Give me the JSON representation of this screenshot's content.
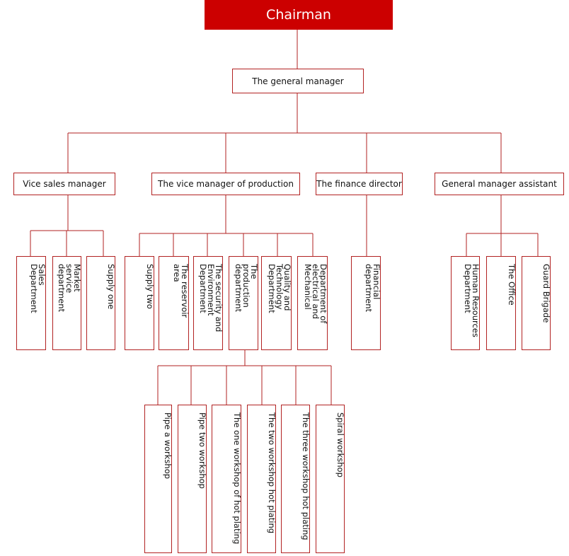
{
  "colors": {
    "line": "#b22222",
    "root_fill": "#cc0000",
    "root_text": "#ffffff"
  },
  "org": {
    "chairman": "Chairman",
    "general_manager": "The general manager",
    "vice_sales_manager": "Vice sales manager",
    "vice_production_manager": "The vice manager of production",
    "finance_director": "The finance director",
    "gm_assistant": "General manager assistant",
    "sales_department": "Sales\nDepartment",
    "market_service_department": "Market\nservice\ndepartment",
    "supply_one": "Supply one",
    "supply_two": "Supply two",
    "reservoir_area": "The reservoir\narea",
    "security_environment_department": "The security and\nEnvironment\nDepartment",
    "production_department": "The\nproduction\ndepartment",
    "quality_technology_department": "Quality and\nTechnology\nDepartment",
    "electrical_mechanical_department": "Department of\nelectrical and\nMechanical",
    "financial_department": "Financial\ndepartment",
    "human_resources_department": "Human Resources\nDepartment",
    "the_office": "The Office",
    "guard_brigade": "Guard Brigade",
    "pipe_a_workshop": "Pipe a workshop",
    "pipe_two_workshop": "Pipe two workshop",
    "one_workshop_hot_plating": "The one workshop of hot plating",
    "two_workshop_hot_plating": "The two workshop hot plating",
    "three_workshop_hot_plating": "The three workshop hot plating",
    "spiral_workshop": "Spiral workshop"
  }
}
